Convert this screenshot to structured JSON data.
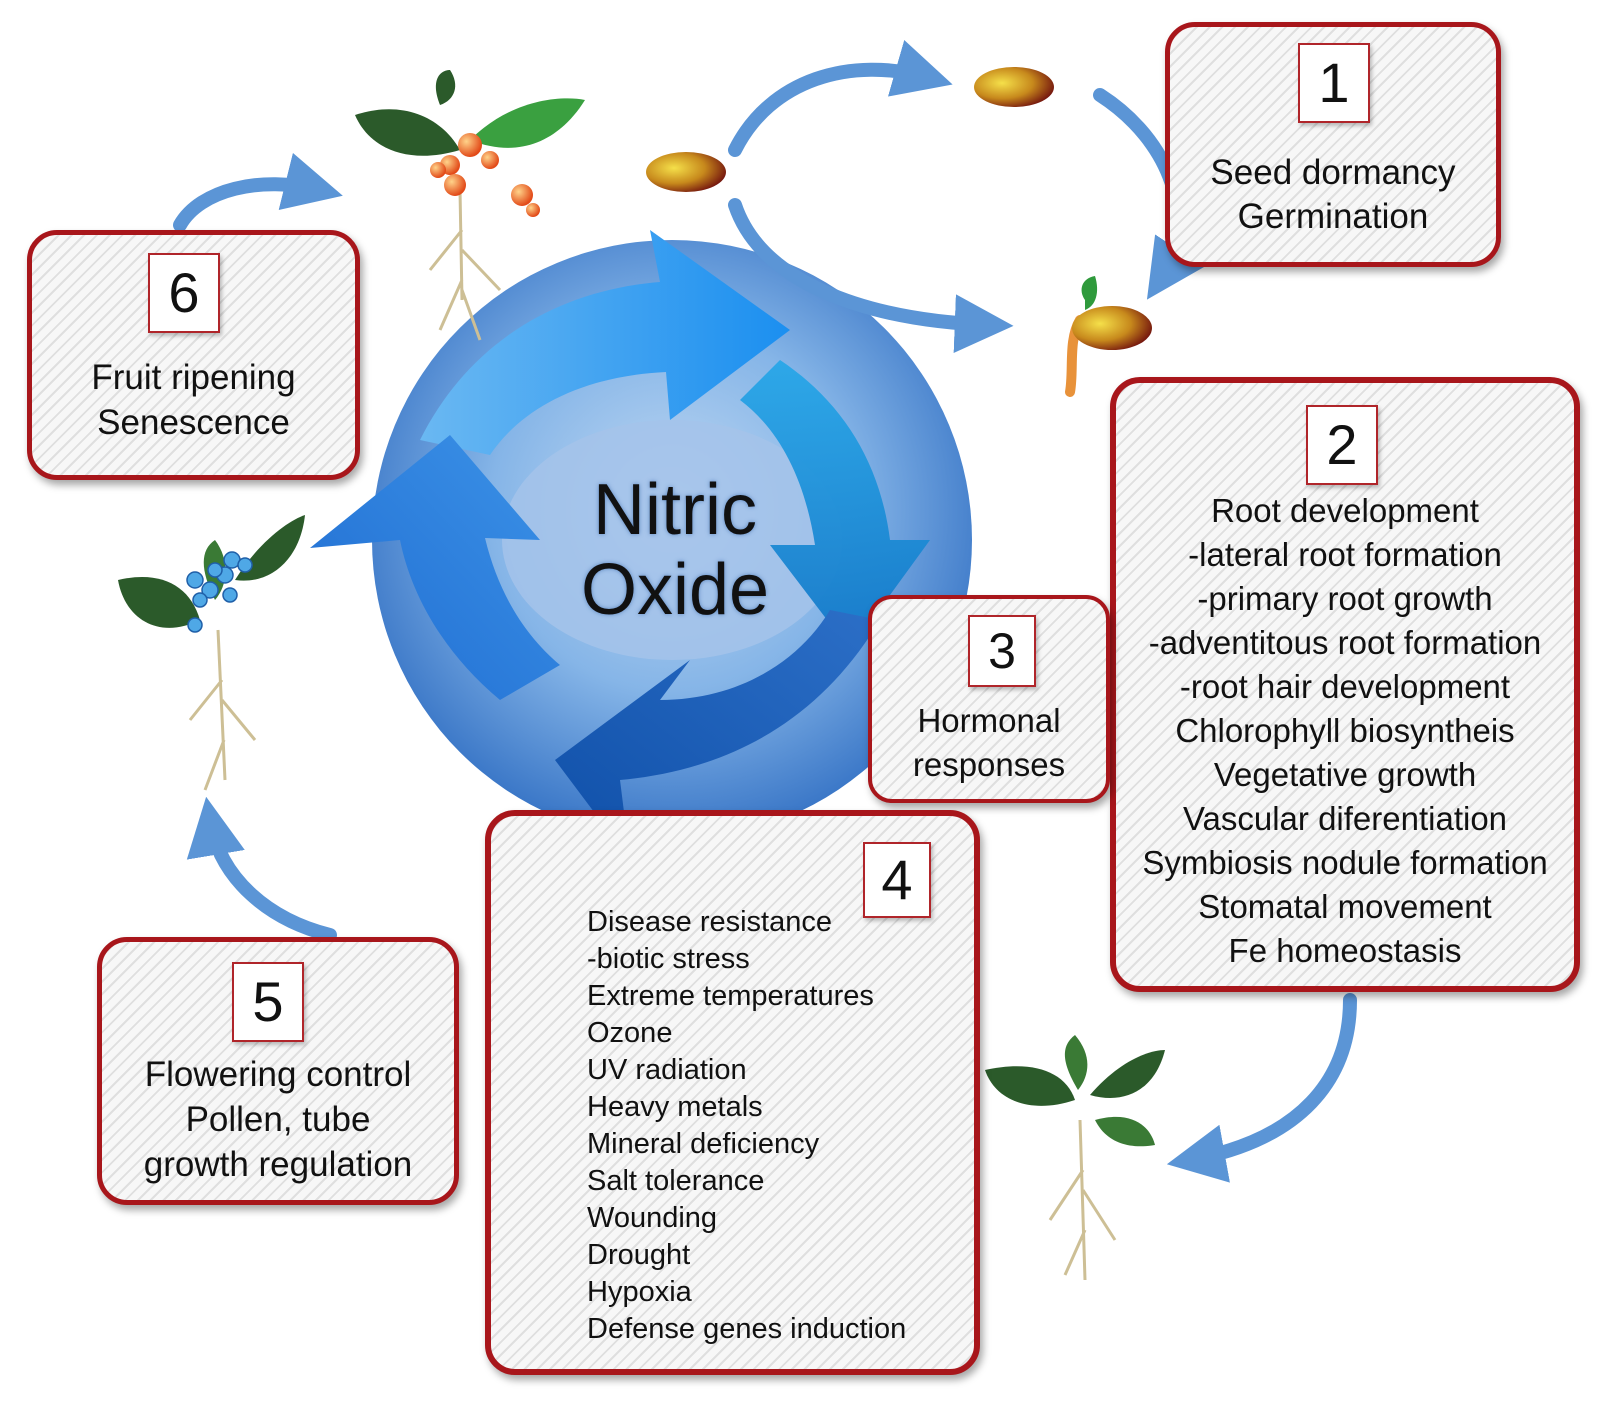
{
  "center_label": [
    "Nitric",
    "Oxide"
  ],
  "stages": [
    {
      "number": "1",
      "lines": [
        "Seed dormancy",
        "Germination"
      ]
    },
    {
      "number": "2",
      "lines": [
        "Root development",
        "-lateral root formation",
        "-primary root growth",
        "-adventitous root formation",
        "-root hair development",
        "Chlorophyll biosyntheis",
        "Vegetative growth",
        "Vascular diferentiation",
        "Symbiosis nodule  formation",
        "Stomatal movement",
        "Fe homeostasis"
      ]
    },
    {
      "number": "3",
      "lines": [
        "Hormonal",
        "responses"
      ]
    },
    {
      "number": "4",
      "lines": [
        "Disease resistance",
        "-biotic stress",
        "Extreme temperatures",
        "Ozone",
        "UV radiation",
        "Heavy metals",
        "Mineral deficiency",
        "Salt tolerance",
        "Wounding",
        "Drought",
        "Hypoxia",
        "Defense genes induction"
      ]
    },
    {
      "number": "5",
      "lines": [
        "Flowering control",
        "Pollen, tube",
        "growth regulation"
      ]
    },
    {
      "number": "6",
      "lines": [
        "Fruit ripening",
        "Senescence"
      ]
    }
  ],
  "colors": {
    "box_border": "#a8161b",
    "cycle_blue": "#3a8fd8",
    "arrow_blue": "#5b95d6"
  }
}
